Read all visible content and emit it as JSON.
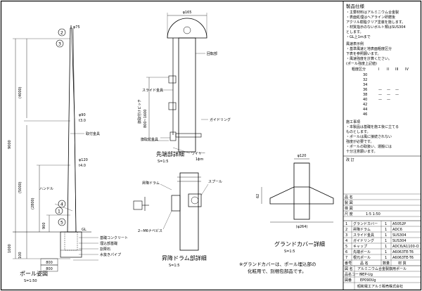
{
  "pole_elevation": {
    "top_dim": "φ75",
    "dim_4000": "(4000)",
    "dim_9000": "9000",
    "phi90": "φ90",
    "t30": "t3.0",
    "phi120": "φ120",
    "t40": "t4.0",
    "dim_5000": "(5000)",
    "dim_2800": "(2800)",
    "dim_900": "900",
    "dim_1000": "1000",
    "dim_100": "100",
    "dim_800a": "800",
    "dim_800b": "800",
    "gl": "GL",
    "balloons": [
      "2",
      "3",
      "1",
      "4",
      "5"
    ],
    "labels": {
      "rope_stop": "取付金具",
      "handle": "ハンドル",
      "foundation": "基礎コンクリート",
      "fill": "埋込部基礎",
      "gravel": "割栗石",
      "pipe": "水抜きパイプ"
    },
    "title": "ポール姿図",
    "scale": "S=1:50"
  },
  "tip_detail": {
    "top_dim": "φ165",
    "rotating": "回転部",
    "slide": "スライド金具",
    "height_dim": "800~1600",
    "pitch": "旗取付けピッチ",
    "flag_fitting": "旗取付金具",
    "guide_ring": "ガイドリング",
    "wire": "ワイヤー",
    "wire_dim": "1ϕm",
    "title": "先端部詳細",
    "scale": "S=1:5"
  },
  "drum_detail": {
    "drum": "昇降ドラム",
    "spool": "スプール",
    "bolt": "2−M6ナベビス",
    "title": "昇降ドラム部詳細",
    "scale": "S=1:5"
  },
  "cover_detail": {
    "top_dim": "φ120",
    "side_dim": "62",
    "bottom_dim": "(φ264)",
    "title": "グランドカバー詳細",
    "scale": "S=1:5"
  },
  "notes": {
    "spec_title": "製品仕様",
    "spec_items": [
      "・主要材料はアルミニウム合金製",
      "・表面処理はヘアライン研磨後",
      "  アクリル樹脂クリア塗装を施します。",
      "・材質指示のないボルト類はSUS304",
      "  とします。",
      "・GL上1mまで"
    ],
    "wind_title": "風速表示例",
    "wind_items": [
      "・基準風速と地表面粗度区分",
      "  下表を参照願います。",
      "・風速強度を計算ください。",
      "  (ポール強度上記値)"
    ],
    "wind_table": {
      "header": [
        "粗度区分",
        "I",
        "II",
        "III",
        "IV"
      ],
      "rows": [
        [
          "30",
          "",
          "",
          "",
          ""
        ],
        [
          "32",
          "",
          "",
          "",
          ""
        ],
        [
          "34",
          "",
          "",
          "",
          ""
        ],
        [
          "36",
          "—",
          "—",
          "—",
          ""
        ],
        [
          "38",
          "—",
          "—",
          "—",
          ""
        ],
        [
          "40",
          "—",
          "—",
          "",
          ""
        ],
        [
          "42",
          "",
          "",
          "",
          ""
        ],
        [
          "44",
          "",
          "",
          "",
          ""
        ],
        [
          "46",
          "",
          "",
          "",
          ""
        ]
      ]
    },
    "install_title": "施工事項",
    "install_items": [
      "・本製品は基礎を施工後に立てる",
      "  ものとします。",
      "・ポールは風に接続されない",
      "  強度が必要です。",
      "・ポールの取扱い、運搬には",
      "  十分注意願います。"
    ],
    "rev_label": "改 訂"
  },
  "parts_table": {
    "rows": [
      [
        "1",
        "グランドカバー",
        "1",
        "A5052P"
      ],
      [
        "2",
        "昇降ドラム",
        "1",
        "ADC6"
      ],
      [
        "3",
        "スライド金具",
        "1",
        "SUS304"
      ],
      [
        "4",
        "ガイドリング",
        "1",
        "SUS304"
      ],
      [
        "5",
        "キャップ",
        "1",
        "ADC6/A1100-O"
      ],
      [
        "6",
        "先端ポール",
        "1",
        "A6063TE-T6"
      ],
      [
        "7",
        "根元ポール",
        "1",
        "A6063TE-T6"
      ]
    ],
    "header": [
      "番号",
      "品 名",
      "数量",
      "材 質"
    ]
  },
  "title_block": {
    "row_labels": [
      "図 名",
      "品 名",
      "製 図",
      "検 図",
      "尺 度"
    ],
    "scale_value": "1:5 1:50",
    "drawing_name": "アルミニウム合金製旗用ポール",
    "code_label": "品名コード",
    "code_value": "9EP-Ug",
    "drawing_no_label": "図番",
    "drawing_no": "EP090Ug",
    "company": "昭和電工アルミ販売株式会社"
  },
  "bottom_note": {
    "line1": "※グランドカバーは、ポール埋込部の",
    "line2": "化粧用で、別梱包部品です。"
  }
}
